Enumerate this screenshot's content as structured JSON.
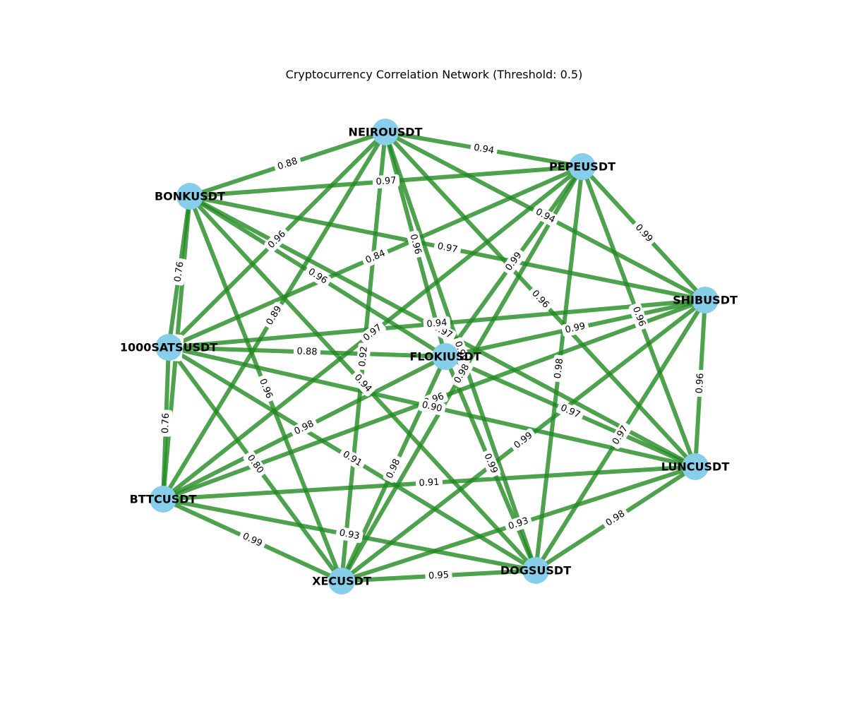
{
  "title": "Cryptocurrency Correlation Network (Threshold: 0.5)",
  "colors": {
    "edge": "#228b22",
    "node": "#87ceeb",
    "label_bg": "#ffffff"
  },
  "nodes": [
    "NEIROUSDT",
    "PEPEUSDT",
    "BONKUSDT",
    "SHIBUSDT",
    "1000SATSUSDT",
    "FLOKIUSDT",
    "LUNCUSDT",
    "BTTCUSDT",
    "DOGSUSDT",
    "XECUSDT"
  ],
  "edges": [
    [
      "NEIROUSDT",
      "PEPEUSDT",
      "0.94"
    ],
    [
      "NEIROUSDT",
      "BONKUSDT",
      "0.88"
    ],
    [
      "NEIROUSDT",
      "SHIBUSDT",
      "0.94"
    ],
    [
      "NEIROUSDT",
      "1000SATSUSDT",
      "0.96"
    ],
    [
      "NEIROUSDT",
      "FLOKIUSDT",
      "0.96"
    ],
    [
      "NEIROUSDT",
      "LUNCUSDT",
      "0.96"
    ],
    [
      "NEIROUSDT",
      "BTTCUSDT",
      "0.89"
    ],
    [
      "NEIROUSDT",
      "DOGSUSDT",
      "0.99"
    ],
    [
      "NEIROUSDT",
      "XECUSDT",
      "0.92"
    ],
    [
      "PEPEUSDT",
      "BONKUSDT",
      "0.97"
    ],
    [
      "PEPEUSDT",
      "SHIBUSDT",
      "0.99"
    ],
    [
      "PEPEUSDT",
      "1000SATSUSDT",
      "0.84"
    ],
    [
      "PEPEUSDT",
      "FLOKIUSDT",
      "0.99"
    ],
    [
      "PEPEUSDT",
      "LUNCUSDT",
      "0.96"
    ],
    [
      "PEPEUSDT",
      "BTTCUSDT",
      "0.97"
    ],
    [
      "PEPEUSDT",
      "DOGSUSDT",
      "0.98"
    ],
    [
      "PEPEUSDT",
      "XECUSDT",
      "0.98"
    ],
    [
      "BONKUSDT",
      "SHIBUSDT",
      "0.97"
    ],
    [
      "BONKUSDT",
      "1000SATSUSDT",
      "0.76"
    ],
    [
      "BONKUSDT",
      "FLOKIUSDT",
      "0.96"
    ],
    [
      "BONKUSDT",
      "LUNCUSDT",
      "0.97"
    ],
    [
      "BONKUSDT",
      "BTTCUSDT",
      "0.76"
    ],
    [
      "BONKUSDT",
      "DOGSUSDT",
      "0.94"
    ],
    [
      "BONKUSDT",
      "XECUSDT",
      "0.96"
    ],
    [
      "SHIBUSDT",
      "1000SATSUSDT",
      "0.94"
    ],
    [
      "SHIBUSDT",
      "FLOKIUSDT",
      "0.99"
    ],
    [
      "SHIBUSDT",
      "LUNCUSDT",
      "0.96"
    ],
    [
      "SHIBUSDT",
      "BTTCUSDT",
      "0.96"
    ],
    [
      "SHIBUSDT",
      "DOGSUSDT",
      "0.97"
    ],
    [
      "SHIBUSDT",
      "XECUSDT",
      "0.99"
    ],
    [
      "1000SATSUSDT",
      "FLOKIUSDT",
      "0.88"
    ],
    [
      "1000SATSUSDT",
      "LUNCUSDT",
      "0.90"
    ],
    [
      "1000SATSUSDT",
      "BTTCUSDT",
      "0.76"
    ],
    [
      "1000SATSUSDT",
      "DOGSUSDT",
      "0.91"
    ],
    [
      "1000SATSUSDT",
      "XECUSDT",
      "0.80"
    ],
    [
      "FLOKIUSDT",
      "LUNCUSDT",
      "0.97"
    ],
    [
      "FLOKIUSDT",
      "BTTCUSDT",
      "0.98"
    ],
    [
      "FLOKIUSDT",
      "DOGSUSDT",
      "0.99"
    ],
    [
      "FLOKIUSDT",
      "XECUSDT",
      "0.98"
    ],
    [
      "LUNCUSDT",
      "BTTCUSDT",
      "0.91"
    ],
    [
      "LUNCUSDT",
      "DOGSUSDT",
      "0.98"
    ],
    [
      "LUNCUSDT",
      "XECUSDT",
      "0.93"
    ],
    [
      "BTTCUSDT",
      "DOGSUSDT",
      "0.93"
    ],
    [
      "BTTCUSDT",
      "XECUSDT",
      "0.99"
    ],
    [
      "DOGSUSDT",
      "XECUSDT",
      "0.95"
    ]
  ]
}
